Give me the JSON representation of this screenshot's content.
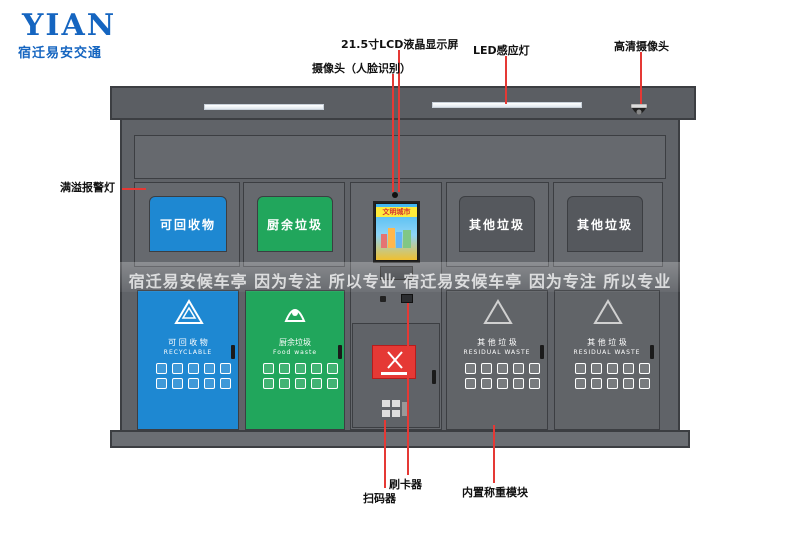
{
  "logo": {
    "main": "YIAN",
    "sub": "宿迁易安交通"
  },
  "callouts": {
    "lcd": "21.5寸LCD液晶显示屏",
    "led": "LED感应灯",
    "camera_hd": "高清摄像头",
    "camera_face": "摄像头（人脸识别）",
    "overflow_light": "满溢报警灯",
    "card_reader": "刷卡器",
    "scanner": "扫码器",
    "scale": "内置称重模块"
  },
  "bins": [
    {
      "id": "recyclable",
      "top_label": "可回收物",
      "door_cn": "可 回 收 物",
      "door_en": "RECYCLABLE",
      "color": "#1e88d2",
      "top_color": "#1e88d2"
    },
    {
      "id": "kitchen",
      "top_label": "厨余垃圾",
      "door_cn": "厨余垃圾",
      "door_en": "Food waste",
      "color": "#21a65c",
      "top_color": "#21a65c"
    },
    {
      "id": "other1",
      "top_label": "其他垃圾",
      "door_cn": "其 他 垃 圾",
      "door_en": "RESIDUAL WASTE",
      "color": "#616468",
      "top_color": "#55585d"
    },
    {
      "id": "other2",
      "top_label": "其他垃圾",
      "door_cn": "其 他 垃 圾",
      "door_en": "RESIDUAL WASTE",
      "color": "#616468",
      "top_color": "#55585d"
    }
  ],
  "screen": {
    "title": "文明城市"
  },
  "watermark": "宿迁易安候车亭    因为专注  所以专业    宿迁易安候车亭    因为专注  所以专业"
}
